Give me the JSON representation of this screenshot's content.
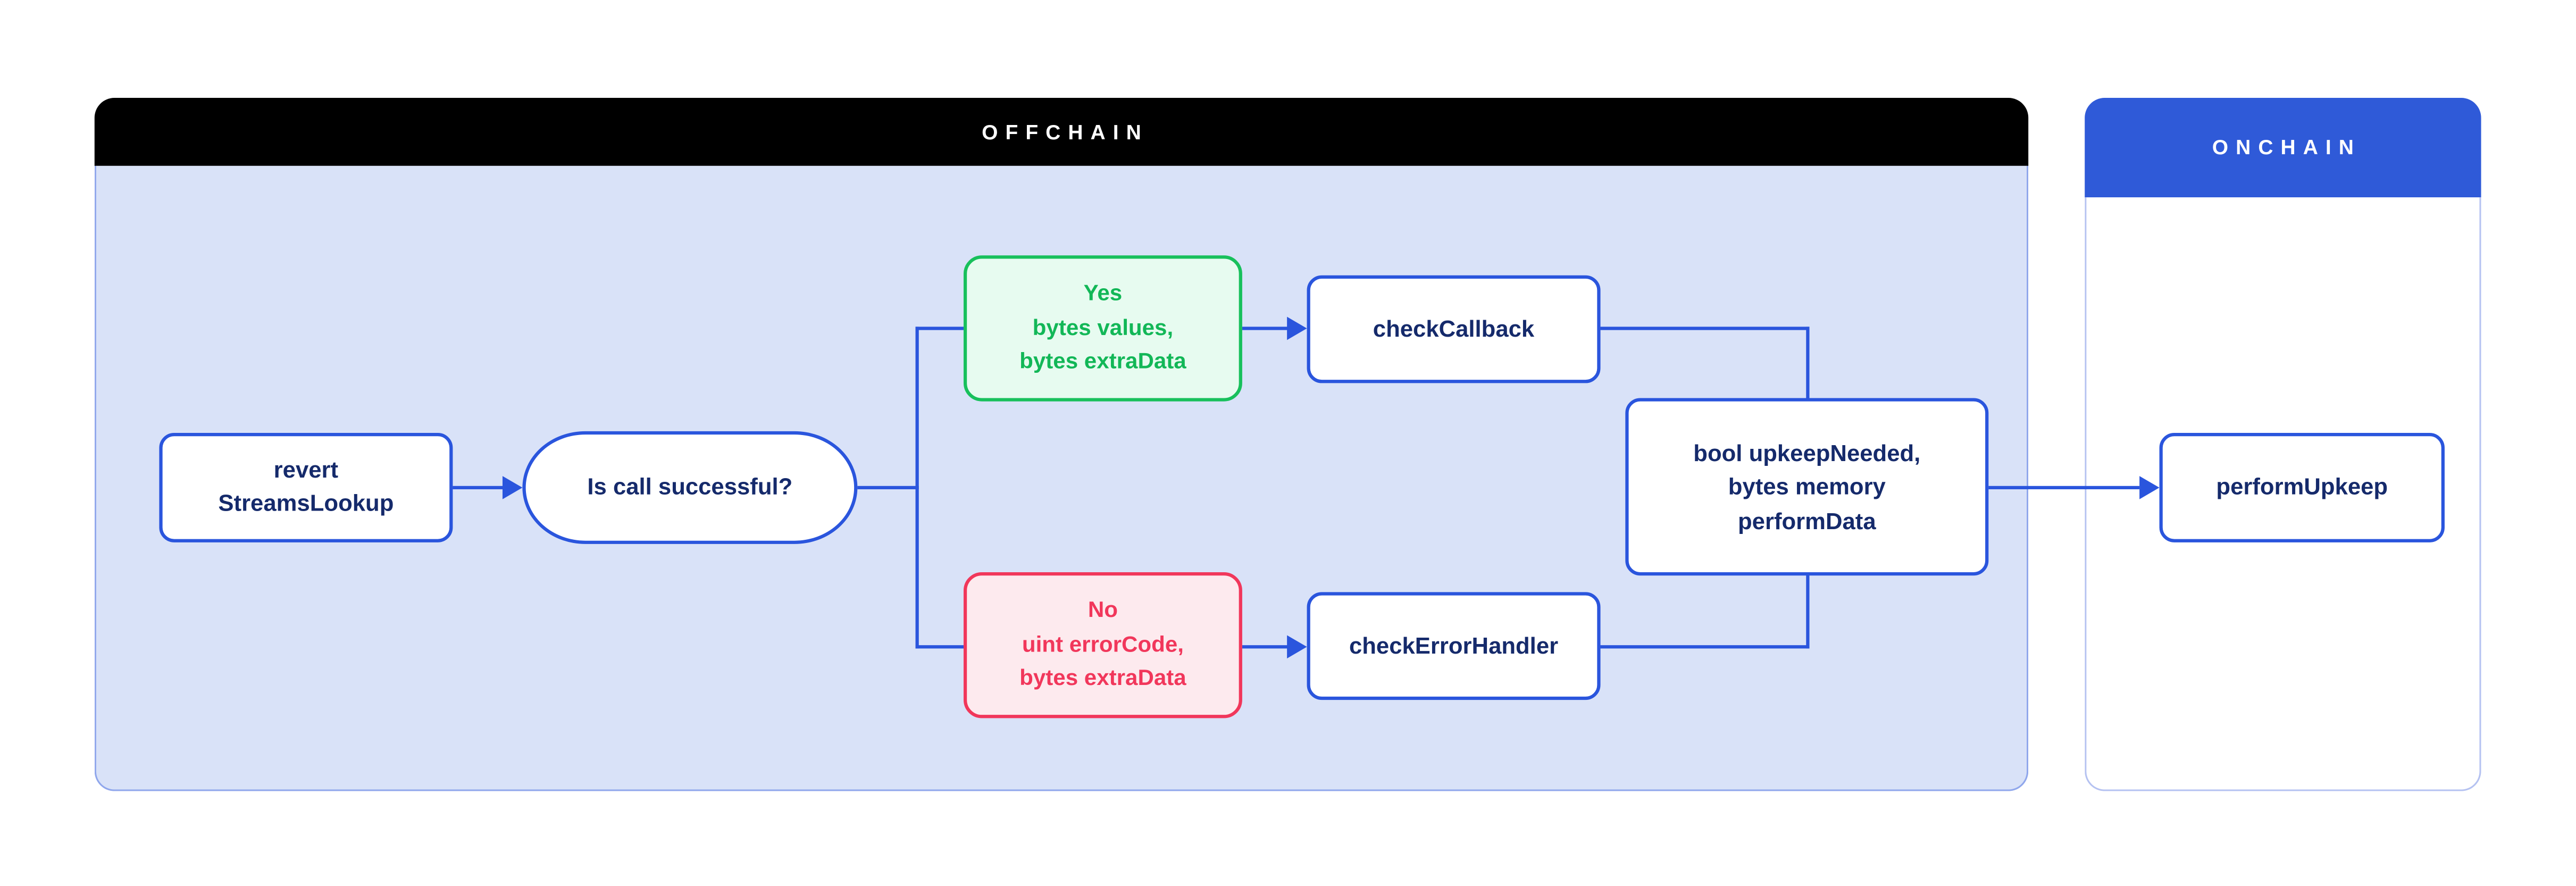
{
  "diagram": {
    "offchain_panel": {
      "title": "OFFCHAIN"
    },
    "onchain_panel": {
      "title": "ONCHAIN"
    },
    "nodes": {
      "revert_streams_lookup": {
        "lines": [
          "revert",
          "StreamsLookup"
        ]
      },
      "is_call_successful": {
        "label": "Is call successful?"
      },
      "yes_branch": {
        "lines": [
          "Yes",
          "bytes values,",
          "bytes extraData"
        ]
      },
      "check_callback": {
        "label": "checkCallback"
      },
      "no_branch": {
        "lines": [
          "No",
          "uint errorCode,",
          "bytes extraData"
        ]
      },
      "check_error_handler": {
        "label": "checkErrorHandler"
      },
      "upkeep_result": {
        "lines": [
          "bool upkeepNeeded,",
          "bytes memory",
          "performData"
        ]
      },
      "perform_upkeep": {
        "label": "performUpkeep"
      }
    },
    "colors": {
      "accent_blue": "#2a55dd",
      "navy_text": "#152a6b",
      "green": "#18c05c",
      "green_fill": "#e7fbf0",
      "red": "#f1375b",
      "red_fill": "#fdeaee",
      "offchain_header_bg": "#000000",
      "offchain_body_bg": "#d9e2f8",
      "offchain_body_border": "#90a7ec",
      "onchain_header_bg": "#2f5ad8",
      "onchain_body_border": "#b5c2f1"
    }
  }
}
